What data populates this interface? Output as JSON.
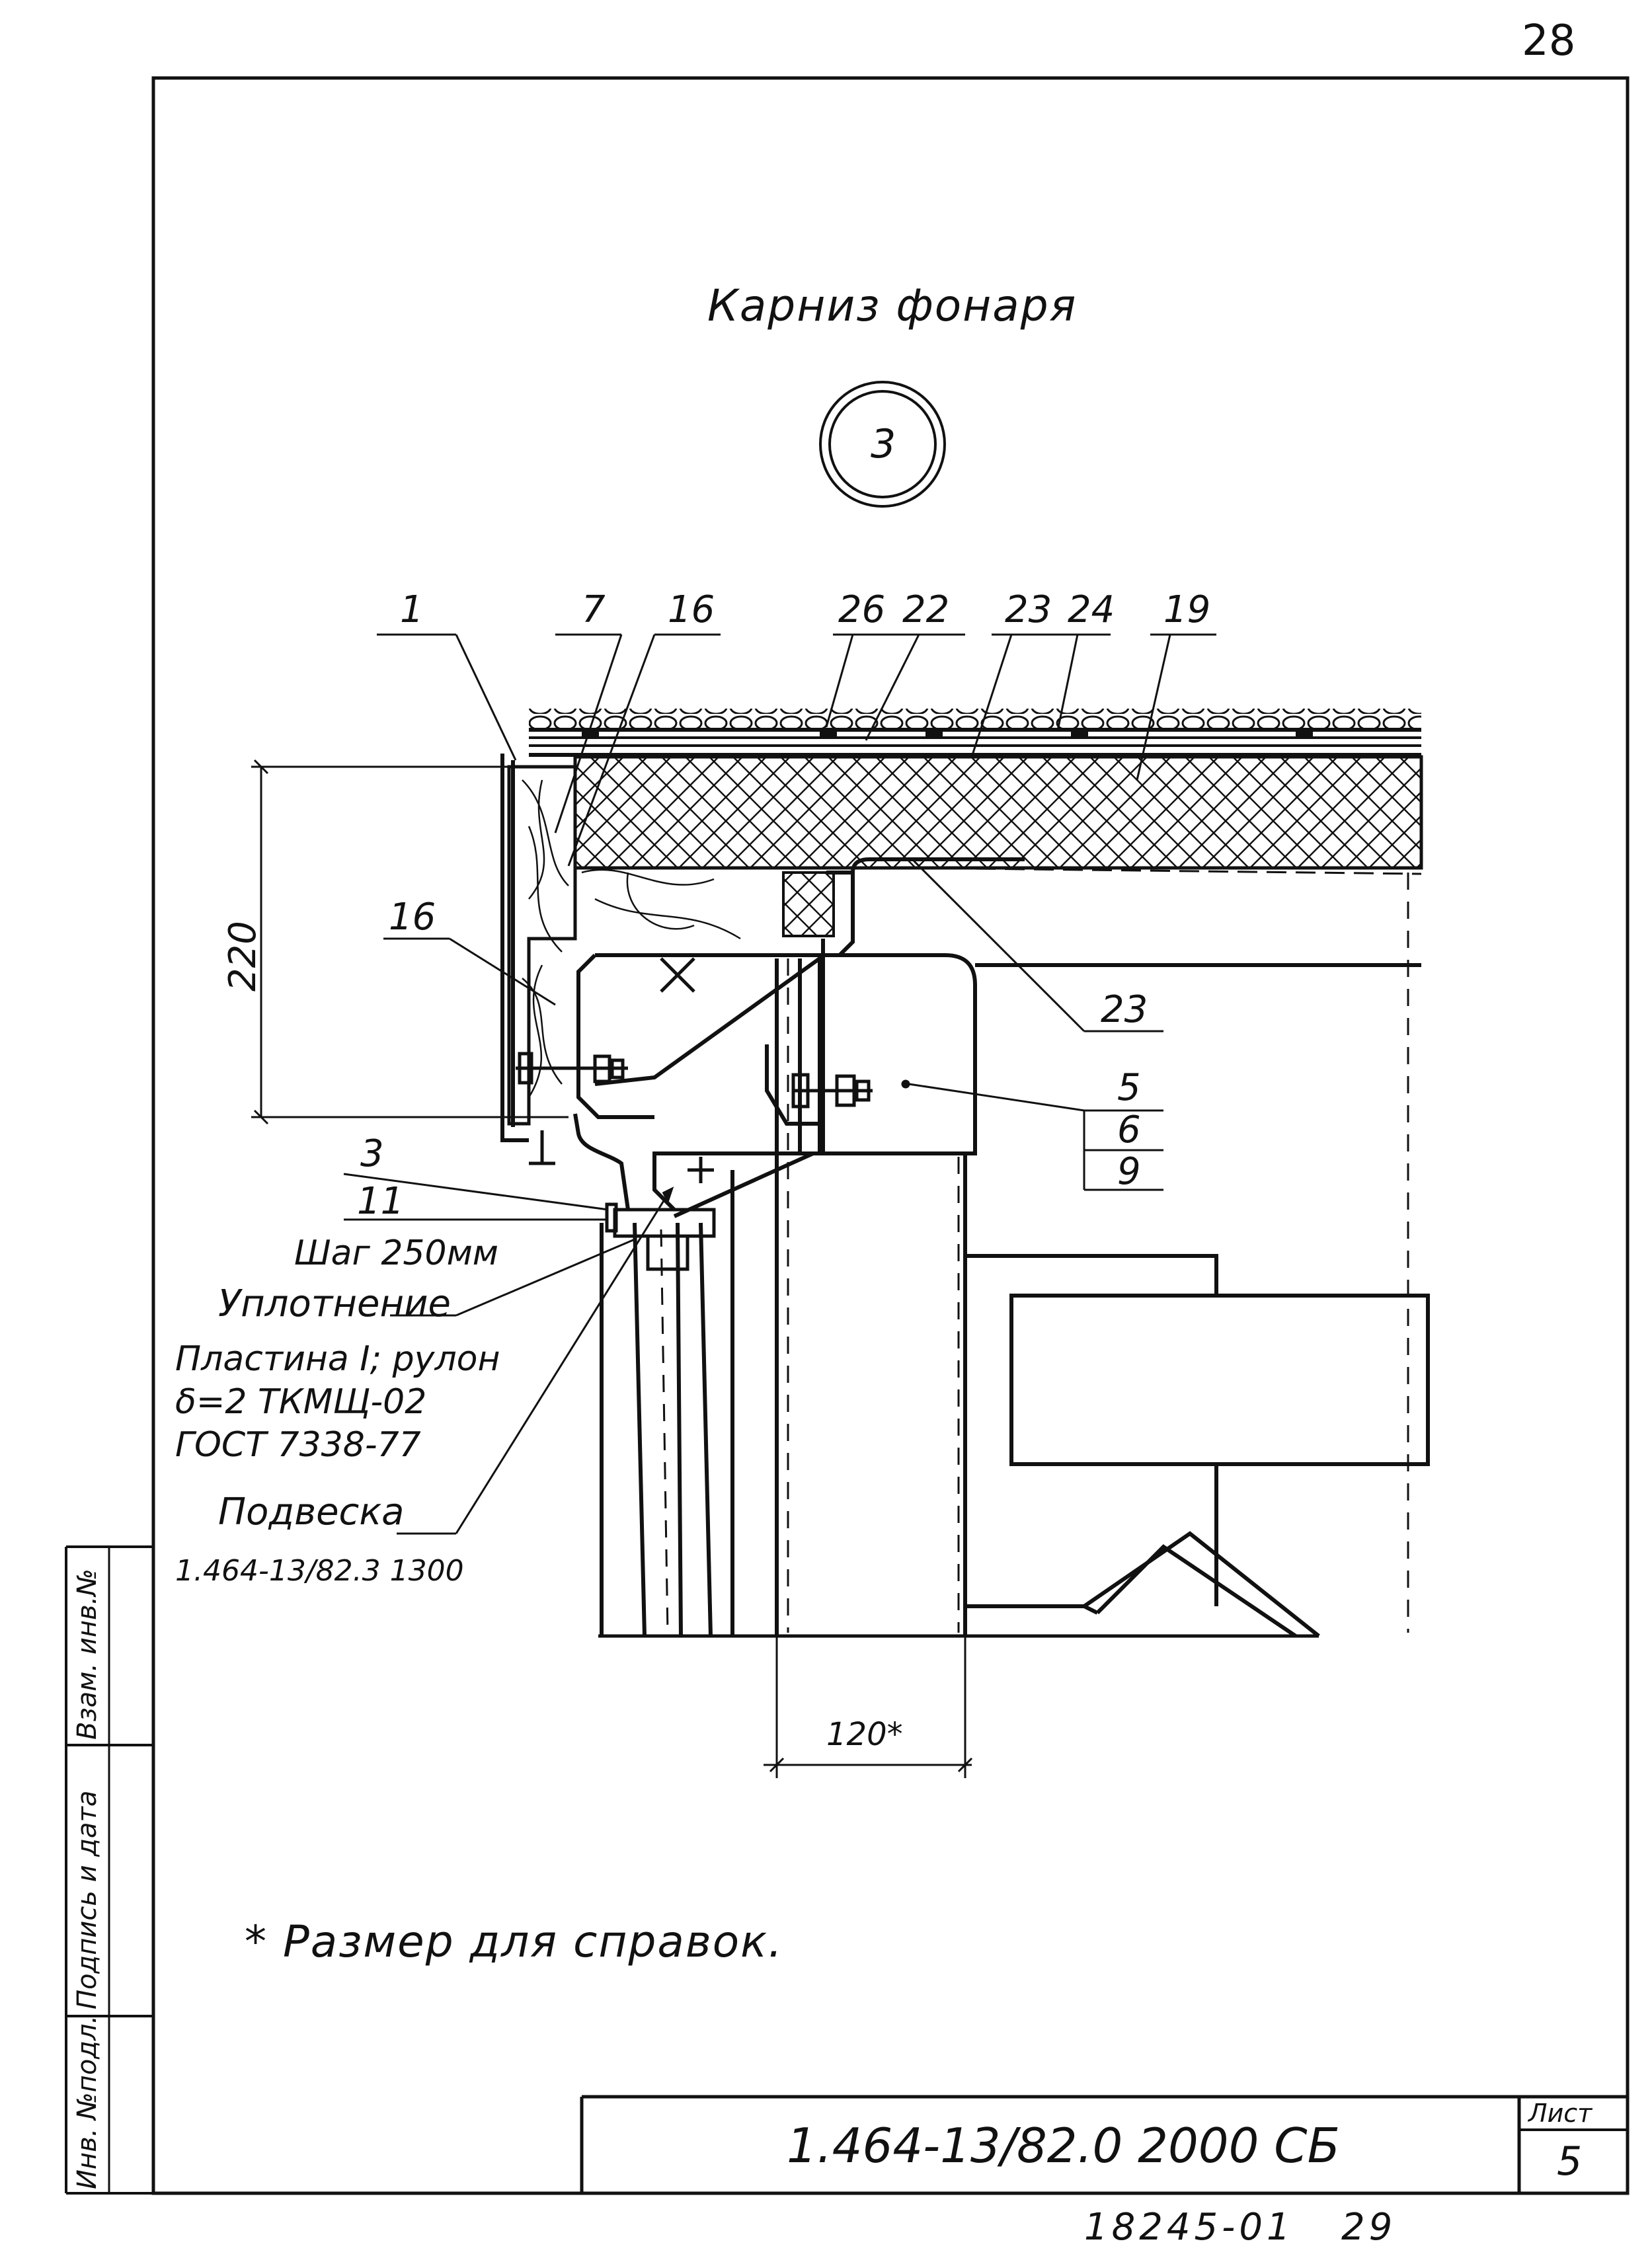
{
  "page_number": "28",
  "title": "Карниз фонаря",
  "detail_marker": "3",
  "callouts_top": [
    "1",
    "7",
    "16",
    "26",
    "22",
    "23",
    "24",
    "19"
  ],
  "callouts_left": {
    "c16": "16",
    "c3": "3",
    "c11": "11",
    "pitch": "Шаг 250мм",
    "seal_title": "Уплотнение",
    "seal_line1": "Пластина I; рулон",
    "seal_line2": "δ=2 ТКМЩ-02",
    "seal_line3": "ГОСТ 7338-77",
    "hanger_title": "Подвеска",
    "hanger_code": "1.464-13/82.3 1300"
  },
  "callouts_right": {
    "c23": "23",
    "c5": "5",
    "c6": "6",
    "c9": "9"
  },
  "dimensions": {
    "height": "220",
    "width": "120*"
  },
  "footnote": "* Размер для справок.",
  "side_stamp": {
    "inv_podl": "Инв. №подл.",
    "podpis": "Подпись и дата",
    "vzam": "Взам. инв.№"
  },
  "title_block": {
    "document_code": "1.464-13/82.0 2000 СБ",
    "sheet_label": "Лист",
    "sheet_number": "5"
  },
  "bottom_code": "18245-01   29",
  "colors": {
    "ink": "#111111",
    "paper": "#ffffff"
  }
}
